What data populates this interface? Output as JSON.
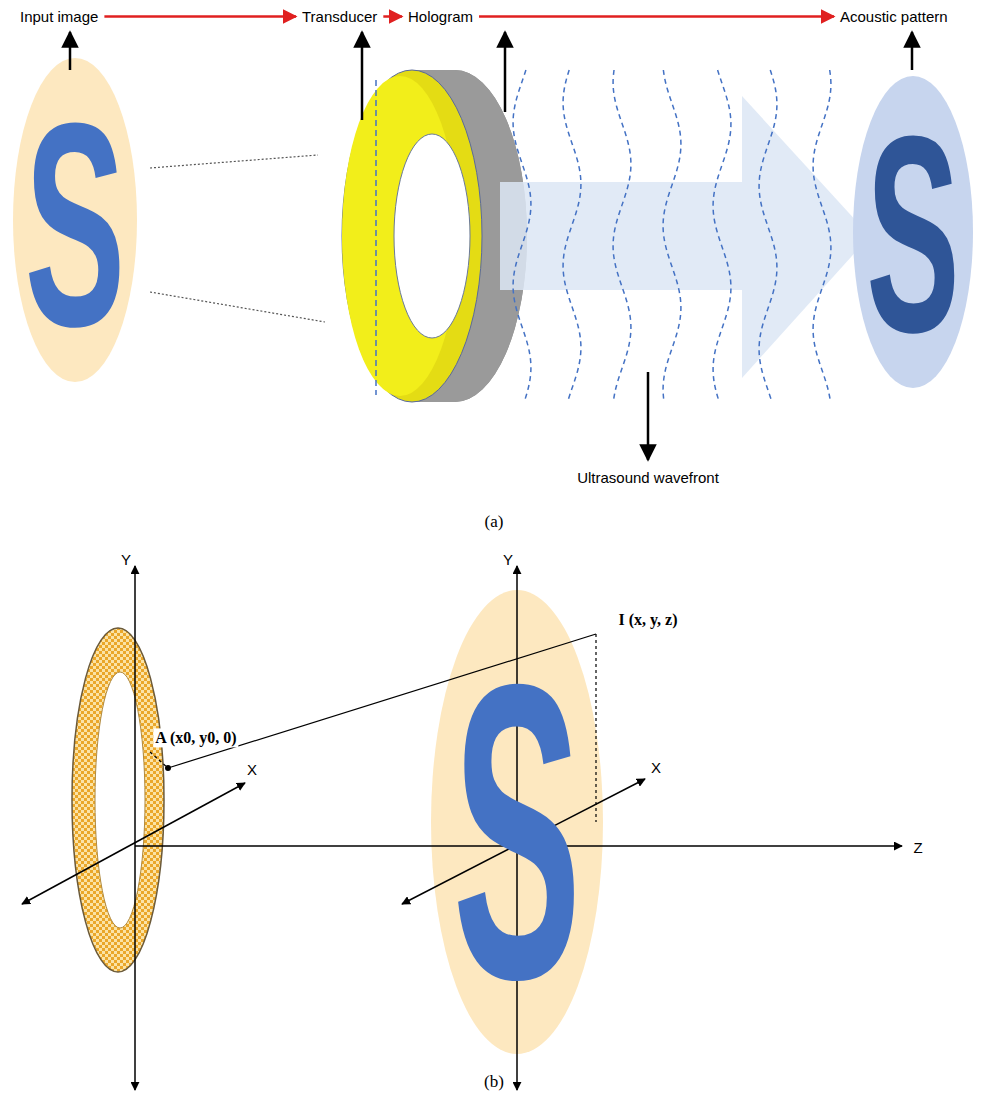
{
  "diagram": {
    "nodes": [
      {
        "text": [
          "Input image"
        ]
      },
      {
        "text": [
          "Transducer"
        ]
      },
      {
        "text": [
          "Hologram"
        ]
      },
      {
        "text": [
          "Acoustic pattern"
        ]
      }
    ],
    "edges": [
      {
        "from": 0,
        "to": 1,
        "arrow": "to"
      },
      {
        "from": 1,
        "to": 2,
        "arrow": "to"
      },
      {
        "from": 2,
        "to": 3,
        "arrow": "to"
      }
    ],
    "labels": [
      "Ultrasound wavefront",
      "(a)",
      "S",
      "S",
      "(b)",
      "Y",
      "X",
      "A (x0, y0, 0)",
      "Y",
      "X",
      "Z",
      "I (x, y, z)",
      "S"
    ]
  }
}
